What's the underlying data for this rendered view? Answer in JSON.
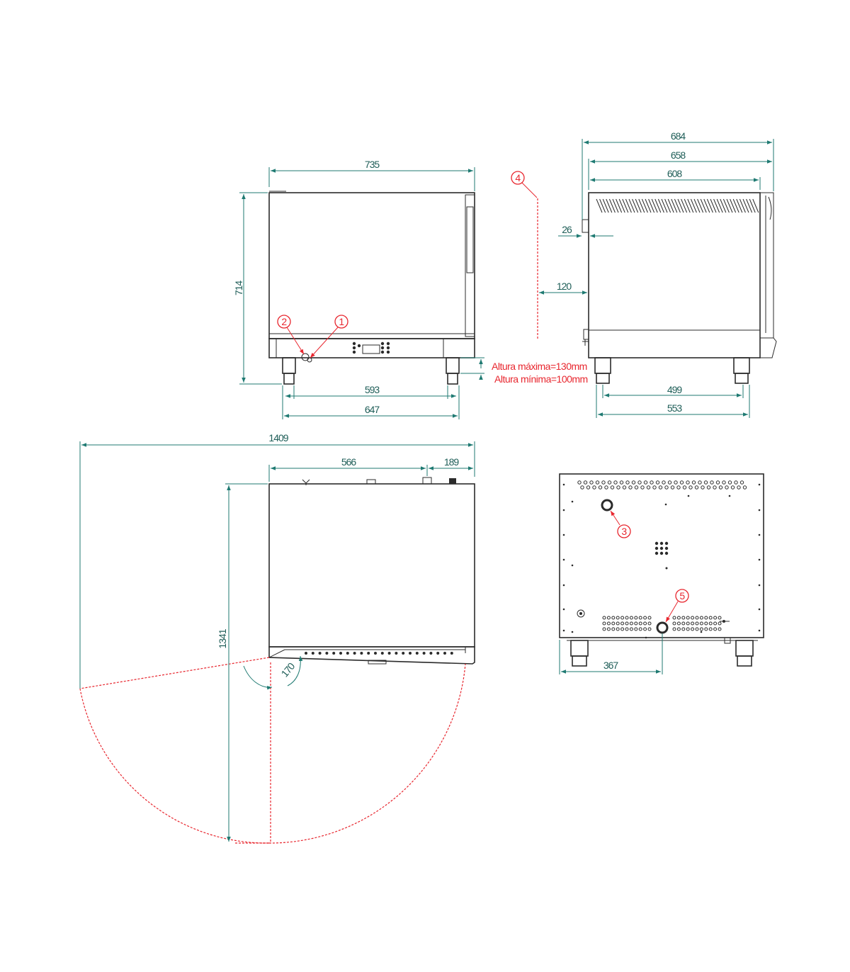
{
  "dimensions": {
    "front_width": "735",
    "front_height": "714",
    "front_feet_inner": "593",
    "front_feet_outer": "647",
    "side_total_depth": "684",
    "side_depth_658": "658",
    "side_depth_608": "608",
    "side_offset_26": "26",
    "side_clearance_120": "120",
    "side_feet_inner": "499",
    "side_feet_outer": "553",
    "top_total_span": "1409",
    "top_width_566": "566",
    "top_width_189": "189",
    "top_depth_1341": "1341",
    "door_angle": "170",
    "back_offset_367": "367"
  },
  "notes": {
    "max_height": "Altura máxima=130mm",
    "min_height": "Altura mínima=100mm"
  },
  "callouts": [
    "1",
    "2",
    "3",
    "4",
    "5"
  ],
  "colors": {
    "outline": "#2b2b2b",
    "dimension": "#1f7a72",
    "annotation": "#e8272f"
  }
}
